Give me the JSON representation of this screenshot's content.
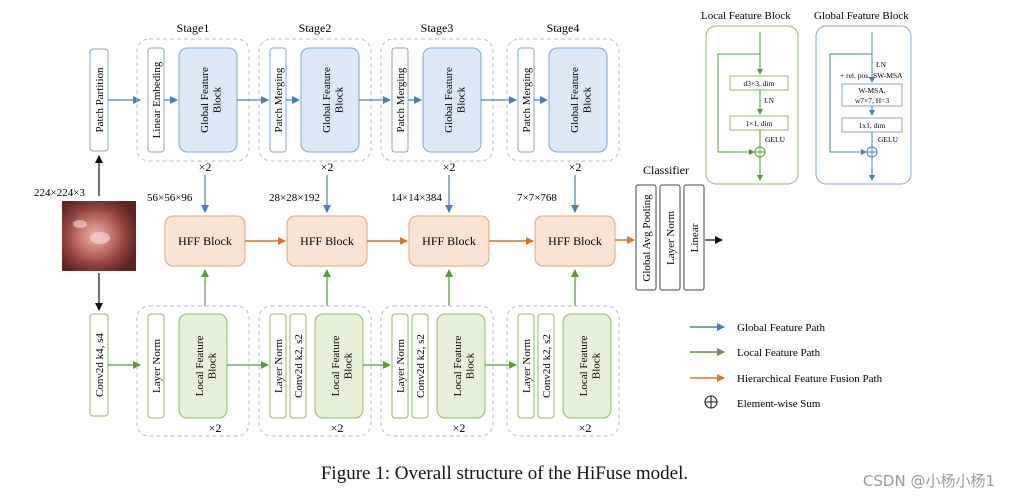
{
  "stages": [
    {
      "title": "Stage1",
      "global_first": "Linear Embeding",
      "global_block": "Global Feature Block",
      "local_first": "Layer Norm",
      "local_second": "",
      "local_block": "Local Feature Block",
      "feature_dim": "56×56×96",
      "repeat": "×2"
    },
    {
      "title": "Stage2",
      "global_first": "Patch Merging",
      "global_block": "Global Feature Block",
      "local_first": "Layer Norm",
      "local_second": "Conv2d k2, s2",
      "local_block": "Local Feature Block",
      "feature_dim": "28×28×192",
      "repeat": "×2"
    },
    {
      "title": "Stage3",
      "global_first": "Patch Merging",
      "global_block": "Global Feature Block",
      "local_first": "Layer Norm",
      "local_second": "Conv2d k2, s2",
      "local_block": "Local Feature Block",
      "feature_dim": "14×14×384",
      "repeat": "×2"
    },
    {
      "title": "Stage4",
      "global_first": "Patch Merging",
      "global_block": "Global Feature Block",
      "local_first": "Layer Norm",
      "local_second": "Conv2d k2, s2",
      "local_block": "Local Feature Block",
      "feature_dim": "7×7×768",
      "repeat": "×2"
    }
  ],
  "hff_label": "HFF Block",
  "input_size": "224×224×3",
  "patch_partition": "Patch Partition",
  "conv_stem": "Conv2d k4, s4",
  "classifier": {
    "title": "Classifier",
    "items": [
      "Global Avg Pooling",
      "Layer Norm",
      "Linear"
    ]
  },
  "local_detail": {
    "title": "Local Feature Block",
    "box1": "d3×3, dim",
    "ln": "LN",
    "box2": "1×1, dim",
    "gelu": "GELU"
  },
  "global_detail": {
    "title": "Global Feature Block",
    "ln": "LN",
    "rel_pos": "+ rel. pos.",
    "sw_msa": "SW-MSA",
    "box1_line1": "W-MSA,",
    "box1_line2": "w7×7, H=3",
    "box2": "1x1, dim",
    "gelu": "GELU"
  },
  "legend": [
    {
      "label": "Global Feature Path",
      "color": "#4a7ebb",
      "kind": "arrow"
    },
    {
      "label": "Local Feature Path",
      "color": "#5a9a3a",
      "kind": "arrow"
    },
    {
      "label": "Hierarchical Feature Fusion Path",
      "color": "#d9742b",
      "kind": "arrow"
    },
    {
      "label": "Element-wise Sum",
      "color": "#222222",
      "kind": "sum"
    }
  ],
  "caption": "Figure 1: Overall structure of the HiFuse model.",
  "watermark": "CSDN @小杨小杨1",
  "colors": {
    "global_fill": "#dce8f6",
    "global_stroke": "#7fa6d6",
    "local_fill": "#e6f1d9",
    "local_stroke": "#8db868",
    "hff_fill": "#fbe4d4",
    "hff_stroke": "#e3a278",
    "global_arrow": "#4a7ebb",
    "local_arrow": "#5a9a3a",
    "fusion_arrow": "#d9742b",
    "white_stroke_global": "#7fa6d6",
    "white_stroke_local": "#8db868"
  }
}
